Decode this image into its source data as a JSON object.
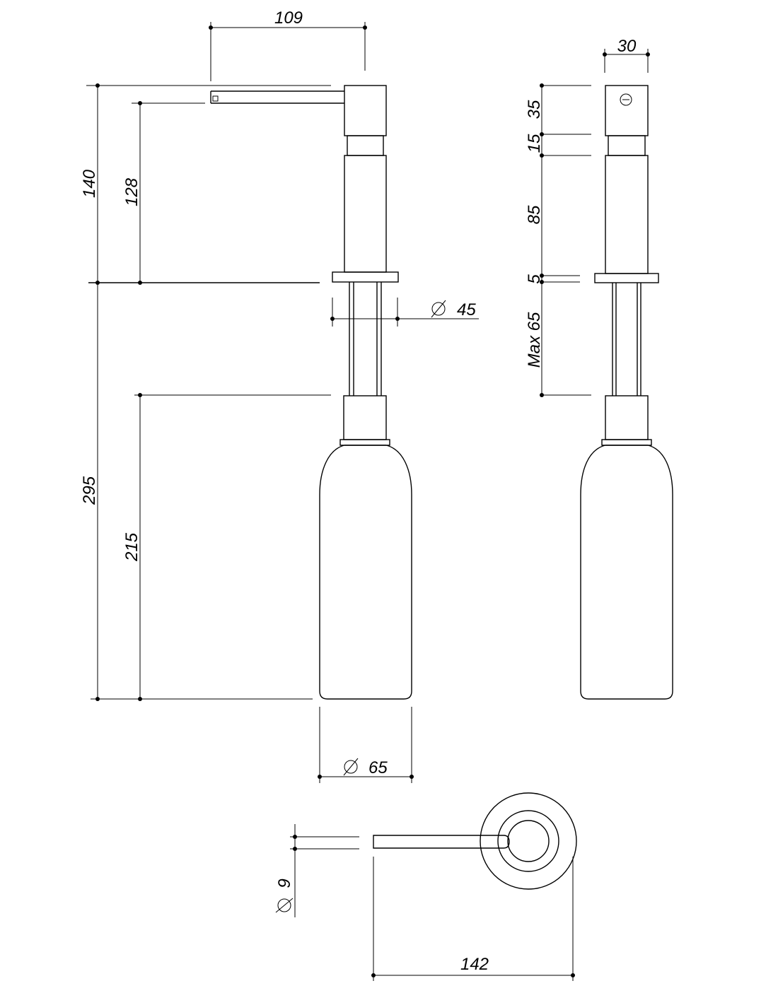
{
  "dimensions": {
    "top_width": "109",
    "overall_upper_height": "140",
    "spout_height": "128",
    "overall_lower_height": "295",
    "bottle_height": "215",
    "thread_diameter": "45",
    "bottle_diameter": "65",
    "side_head_width": "30",
    "side_head_height": "35",
    "side_collar_height": "15",
    "side_body_height": "85",
    "side_flange_height": "5",
    "side_max_worktop": "Max 65",
    "spout_diameter": "9",
    "spout_length": "142"
  }
}
